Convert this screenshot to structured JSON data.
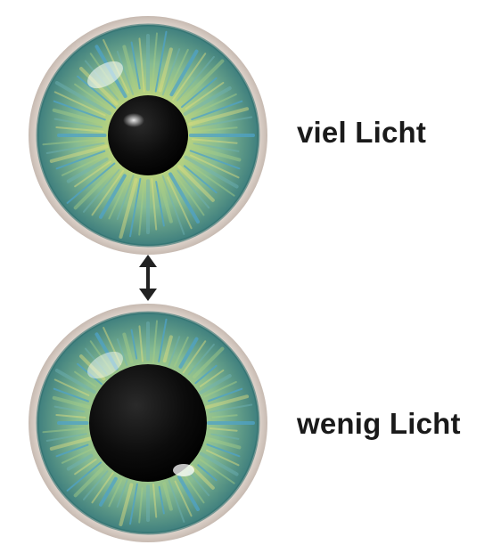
{
  "labels": {
    "top": "viel Licht",
    "bottom": "wenig Licht"
  },
  "eyes": {
    "top": {
      "state": "constricted pupil"
    },
    "bottom": {
      "state": "dilated pupil"
    }
  },
  "colors": {
    "iris_center": "#c9d66e",
    "iris_mid": "#8fbf86",
    "iris_outer": "#4f8f8a",
    "iris_blue_streak": "#4fa3c8",
    "ring": "#e8ddd6",
    "ring_shadow": "#bfb3aa",
    "pupil": "#0b0b0b",
    "arrow": "#222222"
  }
}
